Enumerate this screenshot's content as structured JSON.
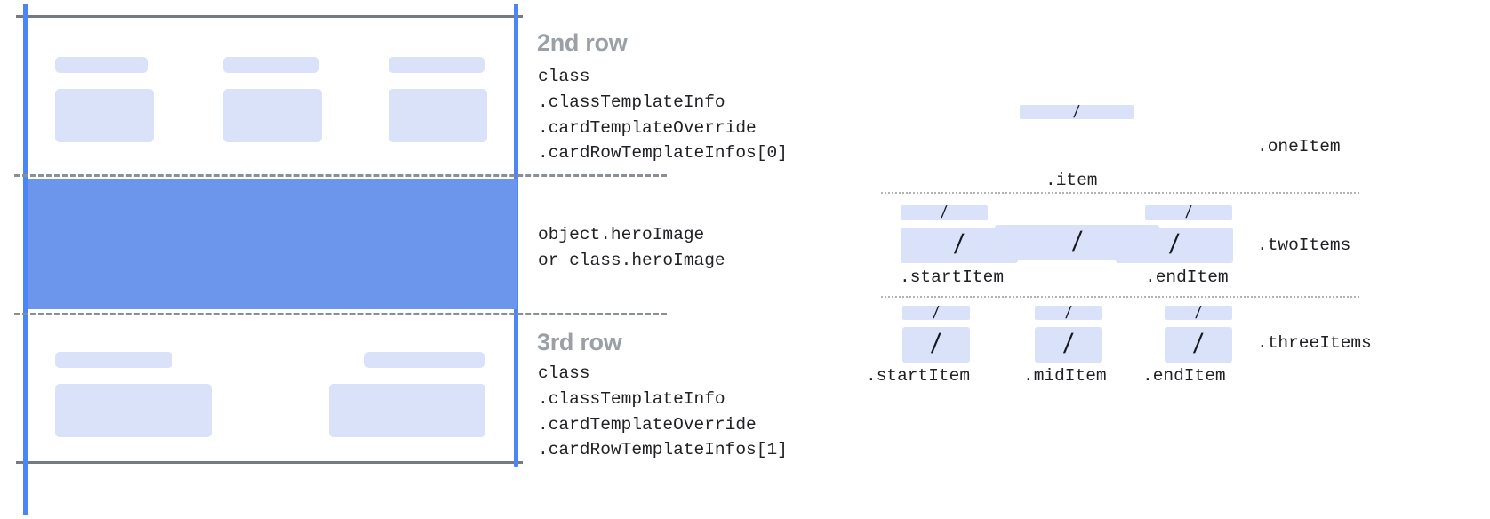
{
  "card_panel": {
    "hero_band_color": "#6b96ec",
    "placeholder_color": "#dae2f9",
    "guide_color": "#4a86f7",
    "rule_color": "#757a80",
    "rows": [
      {
        "name": "2nd row",
        "placeholders_small": 3,
        "placeholders_large": 3
      },
      {
        "name": "hero",
        "placeholders_small": 0,
        "placeholders_large": 0
      },
      {
        "name": "3rd row",
        "placeholders_small": 2,
        "placeholders_large": 2
      }
    ]
  },
  "annotations": {
    "second_row": {
      "title": "2nd row",
      "code": "class\n.classTemplateInfo\n.cardTemplateOverride\n.cardRowTemplateInfos[0]"
    },
    "hero": {
      "code": "object.heroImage\nor class.heroImage"
    },
    "third_row": {
      "title": "3rd row",
      "code": "class\n.classTemplateInfo\n.cardTemplateOverride\n.cardRowTemplateInfos[1]"
    }
  },
  "item_layouts": [
    {
      "label": ".oneItem",
      "items": [
        {
          "caption": ".item",
          "slash": "/"
        }
      ]
    },
    {
      "label": ".twoItems",
      "items": [
        {
          "caption": ".startItem",
          "slash": "/"
        },
        {
          "caption": ".endItem",
          "slash": "/"
        }
      ]
    },
    {
      "label": ".threeItems",
      "items": [
        {
          "caption": ".startItem",
          "slash": "/"
        },
        {
          "caption": ".midItem",
          "slash": "/"
        },
        {
          "caption": ".endItem",
          "slash": "/"
        }
      ]
    }
  ]
}
